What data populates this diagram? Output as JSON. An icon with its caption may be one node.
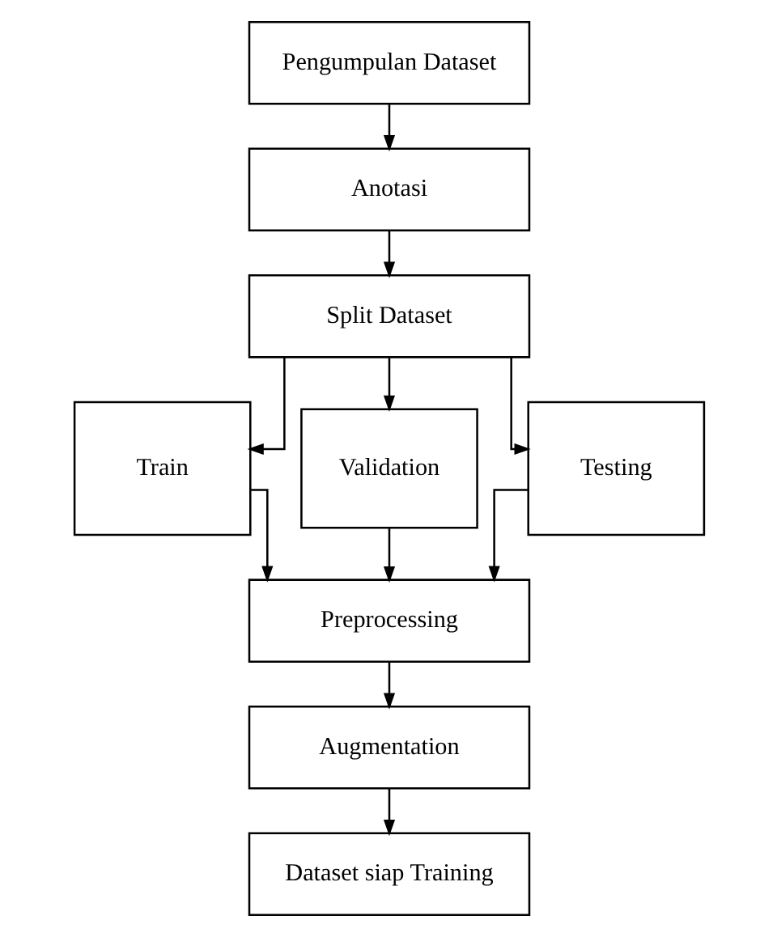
{
  "diagram": {
    "nodes": [
      {
        "text": [
          "Pengumpulan Dataset"
        ]
      },
      {
        "text": [
          "Anotasi"
        ]
      },
      {
        "text": [
          "Split Dataset"
        ]
      },
      {
        "text": [
          "Train"
        ]
      },
      {
        "text": [
          "Validation"
        ]
      },
      {
        "text": [
          "Testing"
        ]
      },
      {
        "text": [
          "Preprocessing"
        ]
      },
      {
        "text": [
          "Augmentation"
        ]
      },
      {
        "text": [
          "Dataset siap Training"
        ]
      }
    ],
    "edges": [
      {
        "from": 0,
        "to": 1,
        "arrow": "to"
      },
      {
        "from": 1,
        "to": 2,
        "arrow": "to"
      },
      {
        "from": 2,
        "to": 3,
        "arrow": "to"
      },
      {
        "from": 2,
        "to": 4,
        "arrow": "to"
      },
      {
        "from": 2,
        "to": 5,
        "arrow": "to"
      },
      {
        "from": 3,
        "to": 6,
        "arrow": "to"
      },
      {
        "from": 4,
        "to": 6,
        "arrow": "to"
      },
      {
        "from": 5,
        "to": 6,
        "arrow": "to"
      },
      {
        "from": 6,
        "to": 7,
        "arrow": "to"
      },
      {
        "from": 7,
        "to": 8,
        "arrow": "to"
      }
    ]
  }
}
